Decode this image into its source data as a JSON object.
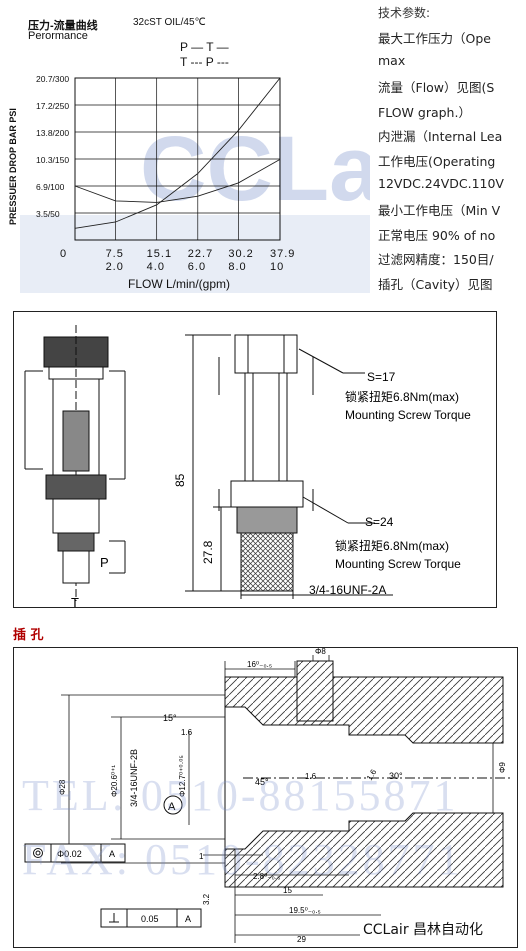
{
  "chart": {
    "title_cn": "压力-流量曲线",
    "title_en": "Perormance",
    "oil": "32cST OIL/45℃",
    "flow_pt": "P — T —",
    "flow_tp": "T --- P ---",
    "ylabel": "PRESSUER DROP BAR PSI",
    "xlabel": "FLOW L/min/(gpm)",
    "yticks": [
      "20.7/300",
      "17.2/250",
      "13.8/200",
      "10.3/150",
      "6.9/100",
      "3.5/50"
    ],
    "xticks_top": [
      "0",
      "7.5",
      "15.1",
      "22.7",
      "30.2",
      "37.9"
    ],
    "xticks_bottom": [
      "2.0",
      "4.0",
      "6.0",
      "8.0",
      "10"
    ],
    "watermark": "CCLair"
  },
  "chart_data": {
    "type": "line",
    "title": "压力-流量曲线 Perormance",
    "xlabel": "FLOW L/min/(gpm)",
    "ylabel": "PRESSUER DROP BAR PSI",
    "x": [
      0,
      7.5,
      15.1,
      22.7,
      30.2,
      37.9
    ],
    "xlim": [
      0,
      37.9
    ],
    "ylim": [
      0,
      20.7
    ],
    "grid": true,
    "series": [
      {
        "name": "P — T —",
        "x": [
          0,
          7.5,
          15.1,
          22.7,
          30.2,
          37.9
        ],
        "values": [
          1.5,
          2.3,
          4.5,
          8.5,
          14.0,
          20.7
        ]
      },
      {
        "name": "T --- P ---",
        "x": [
          0,
          7.5,
          15.1,
          22.7,
          30.2,
          37.9
        ],
        "values": [
          6.9,
          5.0,
          4.8,
          5.6,
          7.3,
          10.3
        ]
      }
    ]
  },
  "specs": {
    "heading": "技术参数:",
    "lines": [
      "最大工作压力（Ope",
      "max",
      "流量（Flow）见图(S",
      "FLOW graph.）",
      "内泄漏（Internal Lea",
      "工作电压(Operating",
      "12VDC.24VDC.110V",
      "最小工作电压（Min V",
      "正常电压  90% of no",
      "过滤网精度：150目/",
      "插孔（Cavity）见图"
    ]
  },
  "valve": {
    "label_p": "P",
    "label_t": "T",
    "s1": "S=17",
    "torque1_cn": "锁紧扭矩6.8Nm(max)",
    "torque1_en": "Mounting Screw Torque",
    "s2": "S=24",
    "torque2_cn": "锁紧扭矩6.8Nm(max)",
    "torque2_en": "Mounting Screw Torque",
    "dim85": "85",
    "dim278": "27.8",
    "thread": "3/4-16UNF-2A"
  },
  "cavity": {
    "title": "插 孔",
    "d16": "16⁰₋₀.₅",
    "phi8": "Φ8",
    "phi9": "Φ9",
    "phi28": "Φ28",
    "phi206": "Φ20.6⁰⁺¹",
    "thread": "3/4-16UNF-2B",
    "phi127": "Φ12.7⁰⁺⁰·⁰⁵",
    "a15": "15°",
    "r16": "1.6",
    "a45": "45°",
    "r16b": "1.6",
    "r16c": "1.6",
    "a30": "30°",
    "datum": "A",
    "tol1_val": "Φ0.02",
    "tol1_ref": "A",
    "tol2_val": "0.05",
    "tol2_ref": "A",
    "d1": "1",
    "d32": "3.2",
    "d28": "2.8⁰₋₀.₅",
    "d15": "15",
    "d195": "19.5⁰₋₀.₅",
    "d29": "29",
    "wm_tel": "TEL: 0510-88155871",
    "wm_fax": "FAX: 0510-82328771",
    "brand": "CCLair 昌林自动化"
  }
}
